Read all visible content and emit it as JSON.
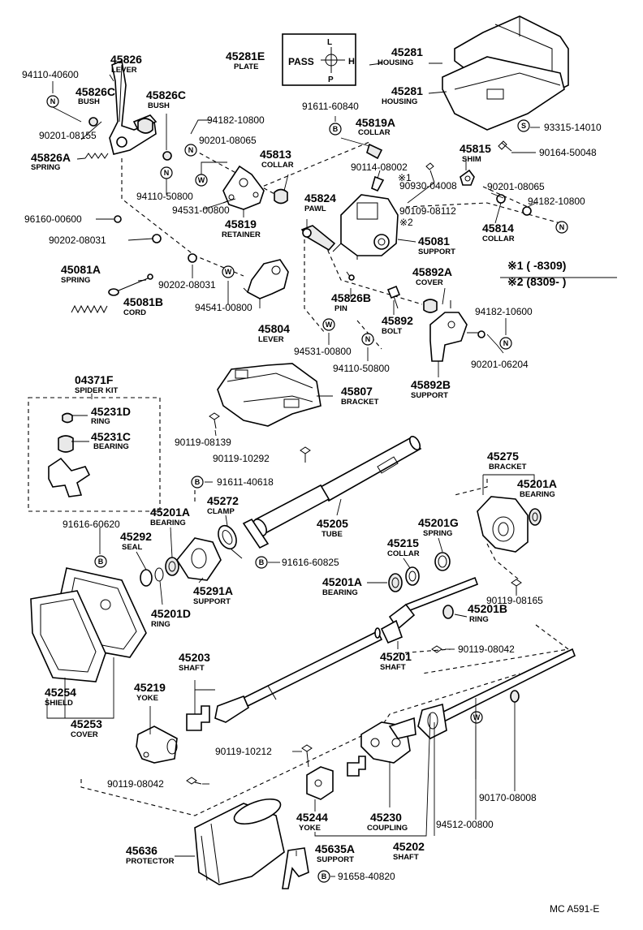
{
  "labels": {
    "l45826": "45826",
    "l45826_n": "LEVER",
    "l94110_40600": "94110-40600",
    "l45826C_1": "45826C",
    "l45826C_1_n": "BUSH",
    "l45826C_2": "45826C",
    "l45826C_2_n": "BUSH",
    "l90201_08155": "90201-08155",
    "l45826A": "45826A",
    "l45826A_n": "SPRING",
    "l94110_50800": "94110-50800",
    "l96160_00600": "96160-00600",
    "l90202_08031a": "90202-08031",
    "l45281E": "45281E",
    "l45281E_n": "PLATE",
    "plate_pass": "PASS",
    "plate_L": "L",
    "plate_H": "H",
    "plate_P": "P",
    "l45281a": "45281",
    "l45281a_n": "HOUSING",
    "l45281b": "45281",
    "l45281b_n": "HOUSING",
    "l94182_10800a": "94182-10800",
    "l90201_08065a": "90201-08065",
    "l91611_60840": "91611-60840",
    "l45819A": "45819A",
    "l45819A_n": "COLLAR",
    "l45813": "45813",
    "l45813_n": "COLLAR",
    "l94531_00800a": "94531-00800",
    "l45819": "45819",
    "l45819_n": "RETAINER",
    "l93315_14010": "93315-14010",
    "l45815": "45815",
    "l45815_n": "SHIM",
    "l90164_50048": "90164-50048",
    "l90114_08002": "90114-08002",
    "l90930_04008": "90930-04008",
    "l90109_08112": "90109-08112",
    "mark1": "※1",
    "mark2": "※2",
    "l45824": "45824",
    "l45824_n": "PAWL",
    "l90201_08065b": "90201-08065",
    "l94182_10800b": "94182-10800",
    "l45814": "45814",
    "l45814_n": "COLLAR",
    "l45081": "45081",
    "l45081_n": "SUPPORT",
    "legend1": "※1 (         -8309)",
    "legend2": "※2 (8309-           )",
    "l45081A": "45081A",
    "l45081A_n": "SPRING",
    "l45081B": "45081B",
    "l45081B_n": "CORD",
    "l90202_08031b": "90202-08031",
    "l94541_00800": "94541-00800",
    "l45804": "45804",
    "l45804_n": "LEVER",
    "l45826B": "45826B",
    "l45826B_n": "PIN",
    "l45892A": "45892A",
    "l45892A_n": "COVER",
    "l45892": "45892",
    "l45892_n": "BOLT",
    "l94182_10600": "94182-10600",
    "l94531_00800b": "94531-00800",
    "l94110_50800b": "94110-50800",
    "l90201_06204": "90201-06204",
    "l45892B": "45892B",
    "l45892B_n": "SUPPORT",
    "l04371F": "04371F",
    "l04371F_n": "SPIDER KIT",
    "l45231D": "45231D",
    "l45231D_n": "RING",
    "l45231C": "45231C",
    "l45231C_n": "BEARING",
    "l45807": "45807",
    "l45807_n": "BRACKET",
    "l90119_08139": "90119-08139",
    "l90119_10292": "90119-10292",
    "l91611_40618": "91611-40618",
    "l45272": "45272",
    "l45272_n": "CLAMP",
    "l45205": "45205",
    "l45205_n": "TUBE",
    "l45275": "45275",
    "l45275_n": "BRACKET",
    "l45201A_a": "45201A",
    "l45201A_a_n": "BEARING",
    "l91616_60620": "91616-60620",
    "l45292": "45292",
    "l45292_n": "SEAL",
    "l45201A_b": "45201A",
    "l45201A_b_n": "BEARING",
    "l91616_60825": "91616-60825",
    "l45201G": "45201G",
    "l45201G_n": "SPRING",
    "l45215": "45215",
    "l45215_n": "COLLAR",
    "l45291A": "45291A",
    "l45291A_n": "SUPPORT",
    "l45201D": "45201D",
    "l45201D_n": "RING",
    "l45201A_c": "45201A",
    "l45201A_c_n": "BEARING",
    "l90119_08165": "90119-08165",
    "l45201B": "45201B",
    "l45201B_n": "RING",
    "l45203": "45203",
    "l45203_n": "SHAFT",
    "l90119_08042a": "90119-08042",
    "l45201": "45201",
    "l45201_n": "SHAFT",
    "l45219": "45219",
    "l45219_n": "YOKE",
    "l45254": "45254",
    "l45254_n": "SHIELD",
    "l45253": "45253",
    "l45253_n": "COVER",
    "l90119_10212": "90119-10212",
    "l90119_08042b": "90119-08042",
    "l45244": "45244",
    "l45244_n": "YOKE",
    "l45230": "45230",
    "l45230_n": "COUPLING",
    "l94512_00800": "94512-00800",
    "l90170_08008": "90170-08008",
    "l45202": "45202",
    "l45202_n": "SHAFT",
    "l45636": "45636",
    "l45636_n": "PROTECTOR",
    "l45635A": "45635A",
    "l45635A_n": "SUPPORT",
    "l91658_40820": "91658-40820",
    "footer": "MC A591-E"
  },
  "symbols": {
    "N": "N",
    "W": "W",
    "S": "S",
    "B": "B"
  }
}
